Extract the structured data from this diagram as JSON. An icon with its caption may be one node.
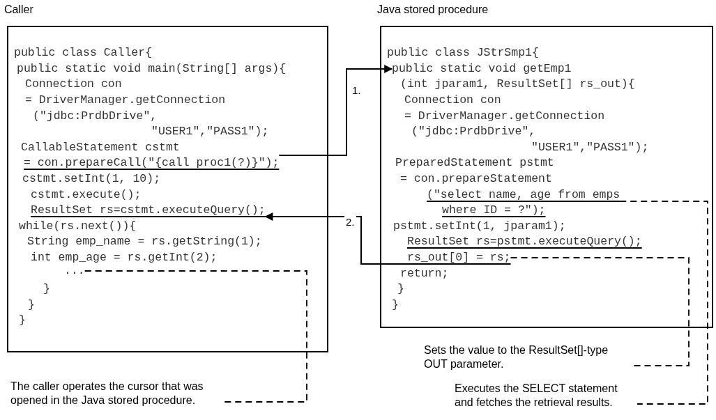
{
  "diagram": {
    "nodes": [
      {
        "text": [
          "Caller"
        ]
      },
      {
        "text": [
          "public class Caller{"
        ],
        "in": 0
      },
      {
        "text": [
          "public static void main(String[] args){"
        ],
        "in": 0
      },
      {
        "text": [
          "Connection con"
        ],
        "in": 0
      },
      {
        "text": [
          "= DriverManager.getConnection"
        ],
        "in": 0
      },
      {
        "text": [
          "(\"jdbc:PrdbDrive\","
        ],
        "in": 0
      },
      {
        "text": [
          "\"USER1\",\"PASS1\");"
        ],
        "in": 0
      },
      {
        "text": [
          "CallableStatement cstmt"
        ],
        "in": 0
      },
      {
        "text": [
          "= con.prepareCall(\"{call proc1(?)}\");"
        ],
        "in": 0
      },
      {
        "text": [
          "cstmt.setInt(1, 10);"
        ],
        "in": 0
      },
      {
        "text": [
          "cstmt.execute();"
        ],
        "in": 0
      },
      {
        "text": [
          "ResultSet rs=cstmt.executeQuery();"
        ],
        "in": 0
      },
      {
        "text": [
          "while(rs.next()){"
        ],
        "in": 0
      },
      {
        "text": [
          "String emp_name = rs.getString(1);"
        ],
        "in": 0
      },
      {
        "text": [
          "int emp_age = rs.getInt(2);"
        ],
        "in": 0
      },
      {
        "text": [
          "..."
        ],
        "in": 0
      },
      {
        "text": [
          "}"
        ],
        "in": 0
      },
      {
        "text": [
          "}"
        ],
        "in": 0
      },
      {
        "text": [
          "}"
        ],
        "in": 0
      },
      {
        "text": [
          "Java stored procedure"
        ]
      },
      {
        "text": [
          "public class JStrSmp1{"
        ],
        "in": 19
      },
      {
        "text": [
          "public static void getEmp1"
        ],
        "in": 19
      },
      {
        "text": [
          "(int jparam1, ResultSet[] rs_out){"
        ],
        "in": 19
      },
      {
        "text": [
          "Connection con"
        ],
        "in": 19
      },
      {
        "text": [
          "= DriverManager.getConnection"
        ],
        "in": 19
      },
      {
        "text": [
          "(\"jdbc:PrdbDrive\","
        ],
        "in": 19
      },
      {
        "text": [
          "\"USER1\",\"PASS1\");"
        ],
        "in": 19
      },
      {
        "text": [
          "PreparedStatement pstmt"
        ],
        "in": 19
      },
      {
        "text": [
          "= con.prepareStatement"
        ],
        "in": 19
      },
      {
        "text": [
          "(\"select name, age from emps"
        ],
        "in": 19
      },
      {
        "text": [
          "where ID = ?\");"
        ],
        "in": 19
      },
      {
        "text": [
          "pstmt.setInt(1, jparam1);"
        ],
        "in": 19
      },
      {
        "text": [
          "ResultSet rs=pstmt.executeQuery();"
        ],
        "in": 19
      },
      {
        "text": [
          "rs_out[0] = rs;"
        ],
        "in": 19
      },
      {
        "text": [
          "return;"
        ],
        "in": 19
      },
      {
        "text": [
          "}"
        ],
        "in": 19
      },
      {
        "text": [
          "}"
        ],
        "in": 19
      },
      {
        "text": [
          "Sets the value to the ResultSet[]-type OUT parameter."
        ]
      },
      {
        "text": [
          "Executes the SELECT statement and fetches the retrieval results."
        ]
      },
      {
        "text": [
          "The caller operates the cursor that was opened in the Java stored procedure."
        ]
      }
    ],
    "edges": [
      {
        "from": 8,
        "to": 21,
        "arrow": "to",
        "label": "1."
      },
      {
        "from": 33,
        "to": 11,
        "arrow": "to",
        "label": "2."
      },
      {
        "from": 15,
        "to": 39,
        "arrow": "none",
        "style": "dashed"
      },
      {
        "from": 29,
        "to": 38,
        "arrow": "none",
        "style": "dashed"
      },
      {
        "from": 33,
        "to": 37,
        "arrow": "none",
        "style": "dashed"
      }
    ]
  }
}
